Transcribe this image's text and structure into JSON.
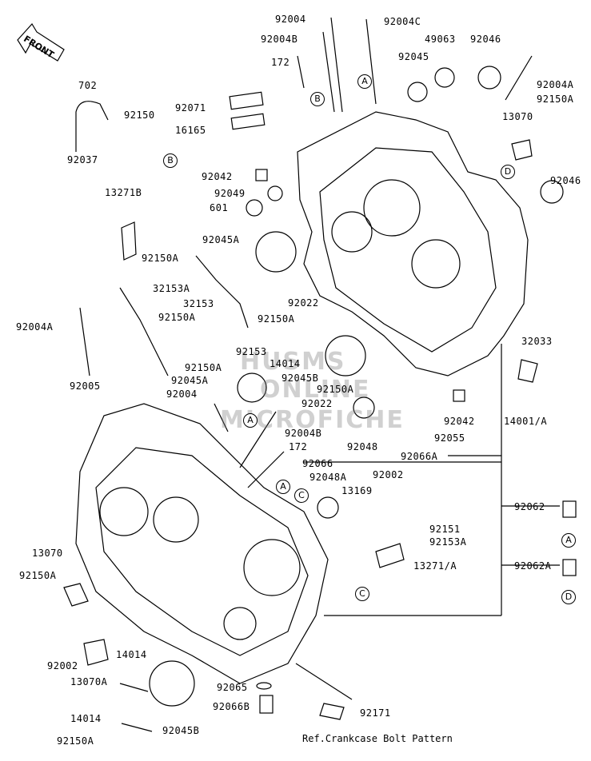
{
  "front_label": "FRONT",
  "watermark": {
    "line1": "HUSMS",
    "line2": "ONLINE",
    "line3": "MICROFICHE"
  },
  "ref_note": "Ref.Crankcase Bolt Pattern",
  "callouts": {
    "a": "A",
    "b": "B",
    "c": "C",
    "d": "D"
  },
  "parts": {
    "p92004_top": "92004",
    "p92004C": "92004C",
    "p92004B_top": "92004B",
    "p49063": "49063",
    "p92046_top": "92046",
    "p172_top": "172",
    "p92045": "92045",
    "p702": "702",
    "p92004A_right": "92004A",
    "p92150": "92150",
    "p92150A_tr": "92150A",
    "p92071": "92071",
    "p16165": "16165",
    "p13070_tr": "13070",
    "p92037": "92037",
    "p92042_l": "92042",
    "p92046_r": "92046",
    "p92049": "92049",
    "p601": "601",
    "p13271B": "13271B",
    "p92045A_top": "92045A",
    "p92150A_l1": "92150A",
    "p32153A": "32153A",
    "p32153": "32153",
    "p92022_top": "92022",
    "p92150A_l2": "92150A",
    "p92150A_mid": "92150A",
    "p92004A_left": "92004A",
    "p32033": "32033",
    "p92153": "92153",
    "p14014_mid": "14014",
    "p92150A_l3": "92150A",
    "p92045B_mid": "92045B",
    "p92045A_mid": "92045A",
    "p92150A_mid2": "92150A",
    "p92005": "92005",
    "p92004_mid": "92004",
    "p92022_mid": "92022",
    "p92042_r": "92042",
    "p14001A": "14001/A",
    "p92004B_mid": "92004B",
    "p92055": "92055",
    "p92048": "92048",
    "p172_mid": "172",
    "p92066A": "92066A",
    "p92066": "92066",
    "p92048A": "92048A",
    "p92002_top": "92002",
    "p13169": "13169",
    "p92062": "92062",
    "p92151": "92151",
    "p92153A": "92153A",
    "p13070_l": "13070",
    "p13271A": "13271/A",
    "p92150A_bl": "92150A",
    "p92062A": "92062A",
    "p14014_bot1": "14014",
    "p92002_bot": "92002",
    "p13070A": "13070A",
    "p92065": "92065",
    "p92066B": "92066B",
    "p14014_bot2": "14014",
    "p92171": "92171",
    "p92150A_bot": "92150A",
    "p92045B_bot": "92045B"
  }
}
